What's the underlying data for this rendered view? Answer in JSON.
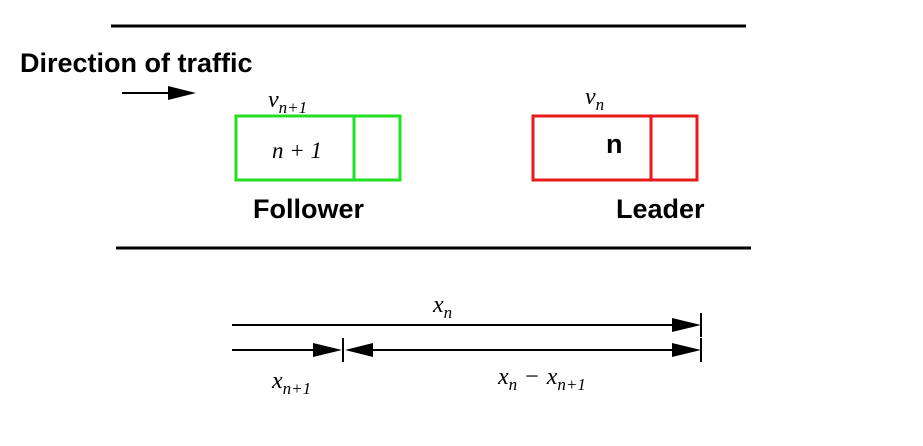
{
  "direction_label": "Direction of traffic",
  "follower": {
    "label": "Follower",
    "velocity": {
      "base": "v",
      "sub": "n+1"
    },
    "car_label": "n + 1",
    "color": "#1fe11f"
  },
  "leader": {
    "label": "Leader",
    "velocity": {
      "base": "v",
      "sub": "n"
    },
    "car_label": "n",
    "color": "#e81a1a"
  },
  "distances": {
    "leader_position": {
      "base": "x",
      "sub": "n"
    },
    "follower_position": {
      "base": "x",
      "sub": "n+1"
    },
    "gap": {
      "base1": "x",
      "sub1": "n",
      "op": "−",
      "base2": "x",
      "sub2": "n+1"
    }
  }
}
